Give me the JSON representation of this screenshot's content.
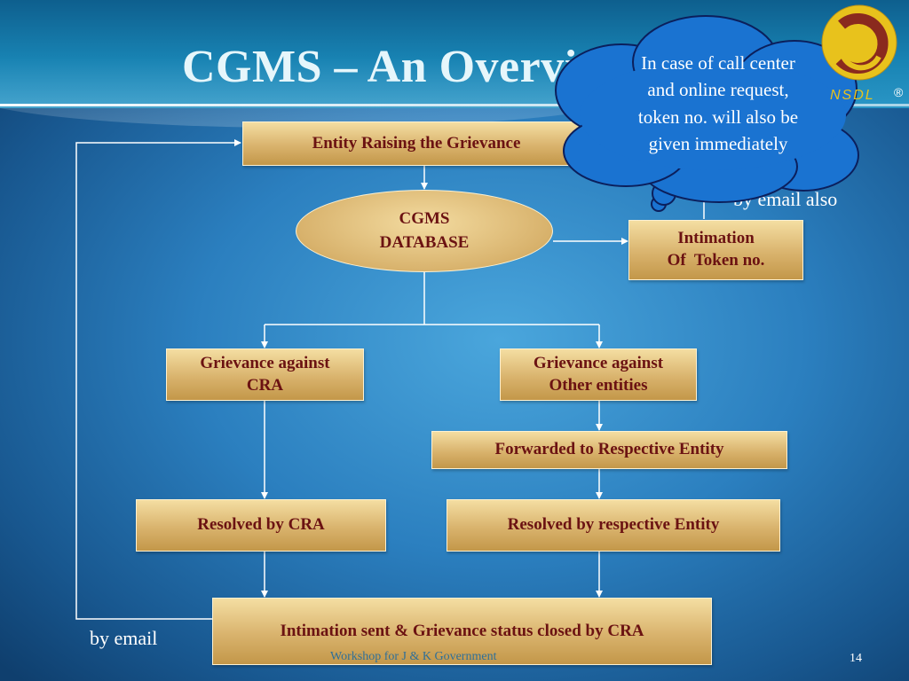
{
  "slide": {
    "title": "CGMS – An Overview",
    "footer": "Workshop for J & K Government",
    "page_number": "14"
  },
  "flow": {
    "entity": "Entity Raising the Grievance",
    "database": [
      "CGMS",
      "DATABASE"
    ],
    "intimation_token": [
      "Intimation",
      "Of  Token no."
    ],
    "grievance_cra": [
      "Grievance against",
      "CRA"
    ],
    "grievance_other": [
      "Grievance against",
      "Other entities"
    ],
    "forwarded": "Forwarded to Respective Entity",
    "resolved_cra": "Resolved by CRA",
    "resolved_entity": "Resolved by respective Entity",
    "intimation_closed": "Intimation sent & Grievance status closed by CRA"
  },
  "labels": {
    "by_email": "by email",
    "by_email_also": "by email also"
  },
  "callout": {
    "lines": [
      "In case of call center",
      "and online request,",
      "token no. will also be",
      "given immediately"
    ]
  },
  "logo": {
    "text": "NSDL",
    "registered": "®"
  },
  "colors": {
    "box_text": "#6b1212",
    "box_fill": "#d9b36d",
    "cloud_fill": "#1a73d1",
    "connector": "#ffffff"
  }
}
